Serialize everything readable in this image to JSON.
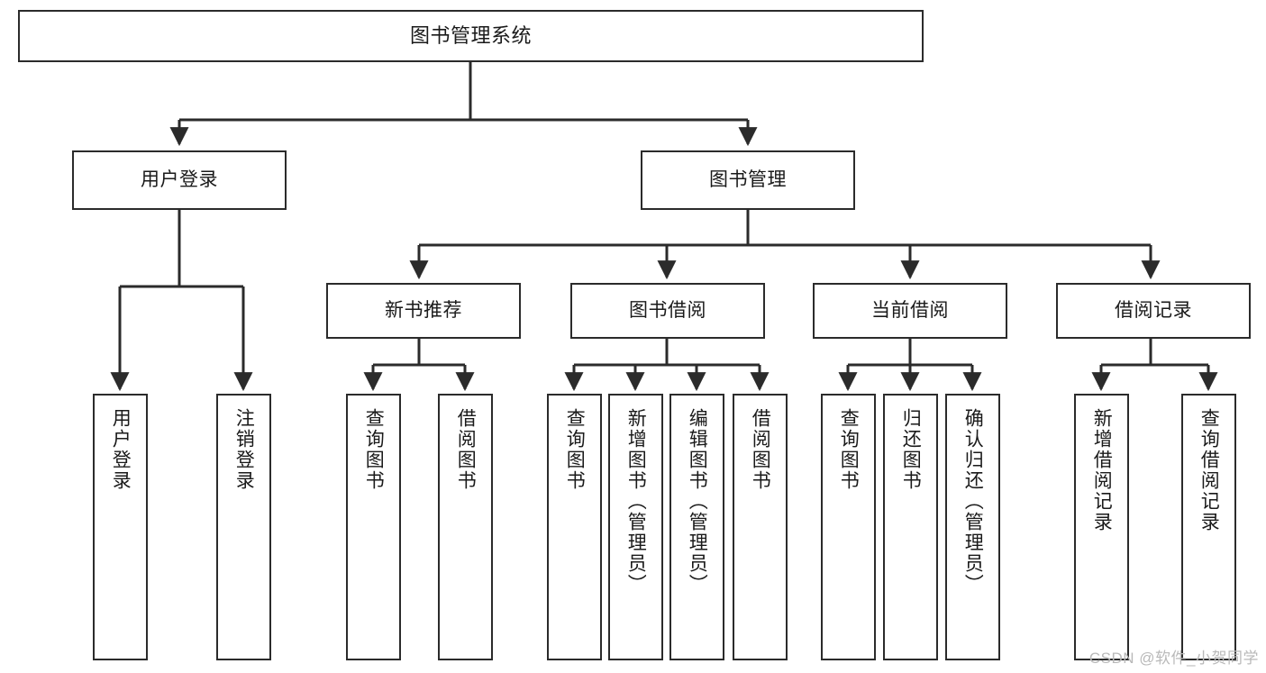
{
  "diagram": {
    "type": "tree",
    "title": "图书管理系统",
    "colors": {
      "box_border": "#2b2b2b",
      "box_fill": "#ffffff",
      "connector": "#2b2b2b",
      "text": "#1a1a1a",
      "watermark": "#b9b9b9",
      "background": "#ffffff"
    },
    "root": {
      "id": "root",
      "label": "图书管理系统"
    },
    "level2": [
      {
        "id": "user-login",
        "label": "用户登录"
      },
      {
        "id": "book-manage",
        "label": "图书管理"
      }
    ],
    "level3": [
      {
        "id": "new-book-rec",
        "label": "新书推荐",
        "parent": "book-manage"
      },
      {
        "id": "book-borrow",
        "label": "图书借阅",
        "parent": "book-manage"
      },
      {
        "id": "current-borrow",
        "label": "当前借阅",
        "parent": "book-manage"
      },
      {
        "id": "borrow-record",
        "label": "借阅记录",
        "parent": "book-manage"
      }
    ],
    "leaves": [
      {
        "id": "leaf-user-login",
        "label": "用户登录",
        "parent": "user-login"
      },
      {
        "id": "leaf-logout",
        "label": "注销登录",
        "parent": "user-login"
      },
      {
        "id": "leaf-query-book-rec",
        "label": "查询图书",
        "parent": "new-book-rec"
      },
      {
        "id": "leaf-borrow-book-rec",
        "label": "借阅图书",
        "parent": "new-book-rec"
      },
      {
        "id": "leaf-query-book-borrow",
        "label": "查询图书",
        "parent": "book-borrow"
      },
      {
        "id": "leaf-add-book",
        "label": "新增图书（管理员）",
        "parent": "book-borrow"
      },
      {
        "id": "leaf-edit-book",
        "label": "编辑图书（管理员）",
        "parent": "book-borrow"
      },
      {
        "id": "leaf-borrow-book",
        "label": "借阅图书",
        "parent": "book-borrow"
      },
      {
        "id": "leaf-query-book-current",
        "label": "查询图书",
        "parent": "current-borrow"
      },
      {
        "id": "leaf-return-book",
        "label": "归还图书",
        "parent": "current-borrow"
      },
      {
        "id": "leaf-confirm-return",
        "label": "确认归还（管理员）",
        "parent": "current-borrow"
      },
      {
        "id": "leaf-add-record",
        "label": "新增借阅记录",
        "parent": "borrow-record"
      },
      {
        "id": "leaf-query-record",
        "label": "查询借阅记录",
        "parent": "borrow-record"
      }
    ]
  },
  "watermark": {
    "text": "CSDN @软件_小贺同学"
  }
}
